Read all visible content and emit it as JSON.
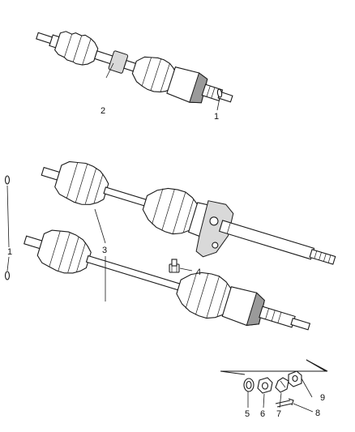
{
  "callouts": [
    {
      "id": "c1a",
      "label": "1"
    },
    {
      "id": "c2",
      "label": "2"
    },
    {
      "id": "c1b",
      "label": "1"
    },
    {
      "id": "c3",
      "label": "3"
    },
    {
      "id": "c4",
      "label": "4"
    },
    {
      "id": "c5",
      "label": "5"
    },
    {
      "id": "c6",
      "label": "6"
    },
    {
      "id": "c7",
      "label": "7"
    },
    {
      "id": "c8",
      "label": "8"
    },
    {
      "id": "c9",
      "label": "9"
    }
  ]
}
